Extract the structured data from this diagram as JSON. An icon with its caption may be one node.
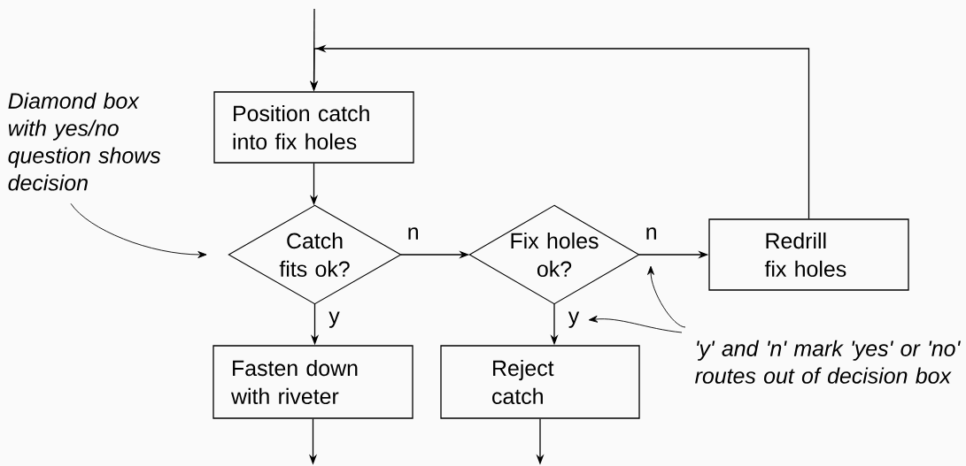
{
  "diagram": {
    "nodes": [
      {
        "text": [
          "Position catch into fix holes"
        ]
      },
      {
        "text": [
          "Catch fits ok?"
        ]
      },
      {
        "text": [
          "Fix holes ok?"
        ]
      },
      {
        "text": [
          "Redrill fix holes"
        ]
      },
      {
        "text": [
          "Fasten down with riveter"
        ]
      },
      {
        "text": [
          "Reject catch"
        ]
      },
      {
        "text": [
          "Diamond box with yes/no question shows decision"
        ]
      },
      {
        "text": [
          "'y' and 'n' mark 'yes' or 'no' routes out of decision box"
        ]
      }
    ],
    "edges": [
      {
        "from": null,
        "to": 0,
        "arrow": "to"
      },
      {
        "from": 0,
        "to": 1,
        "arrow": "to"
      },
      {
        "from": 1,
        "to": 2,
        "arrow": "to",
        "label": "n"
      },
      {
        "from": 2,
        "to": 3,
        "arrow": "to",
        "label": "n"
      },
      {
        "from": 3,
        "to": 0,
        "arrow": "to"
      },
      {
        "from": 1,
        "to": 4,
        "arrow": "to",
        "label": "y"
      },
      {
        "from": 2,
        "to": 5,
        "arrow": "to",
        "label": "y"
      },
      {
        "from": 4,
        "to": null,
        "arrow": "to"
      },
      {
        "from": 5,
        "to": null,
        "arrow": "to"
      },
      {
        "from": 6,
        "to": 1,
        "arrow": "to"
      },
      {
        "from": 7,
        "to": null,
        "arrow": "to"
      },
      {
        "from": 7,
        "to": null,
        "arrow": "to"
      }
    ]
  }
}
